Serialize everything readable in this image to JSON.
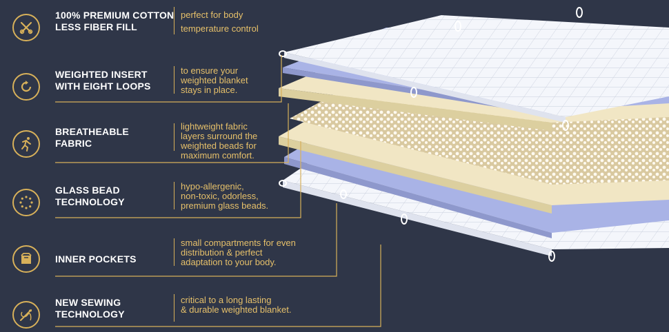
{
  "features": [
    {
      "icon": "scissors-x-icon",
      "title": [
        "100% PREMIUM COTTON",
        "LESS FIBER FILL"
      ],
      "desc": [
        "perfect for body",
        "temperature control"
      ]
    },
    {
      "icon": "loop-arrow-icon",
      "title": [
        "WEIGHTED INSERT",
        "WITH  EIGHT LOOPS"
      ],
      "desc": [
        "to ensure your",
        "weighted blanket",
        "stays in place."
      ]
    },
    {
      "icon": "runner-icon",
      "title": [
        "BREATHEABLE",
        "FABRIC"
      ],
      "desc": [
        "lightweight fabric",
        "layers surround the",
        "weighted beads for",
        "maximum comfort."
      ]
    },
    {
      "icon": "bead-ring-icon",
      "title": [
        "GLASS BEAD",
        "TECHNOLOGY"
      ],
      "desc": [
        "hypo-allergenic,",
        "non-toxic, odorless,",
        "premium glass beads."
      ]
    },
    {
      "icon": "pocket-box-icon",
      "title": [
        "INNER POCKETS"
      ],
      "desc": [
        "small compartments for even",
        "distribution & perfect",
        "adaptation to your body."
      ]
    },
    {
      "icon": "needle-thread-icon",
      "title": [
        "NEW SEWING",
        "TECHNOLOGY"
      ],
      "desc": [
        "critical to a long lasting",
        "& durable weighted blanket."
      ]
    }
  ],
  "colors": {
    "background": "#2f3648",
    "accent": "#d8b15a",
    "text": "#ffffff",
    "desc": "#e6c06a",
    "cotton": "#f4f6fb",
    "blue": "#a9b3e6",
    "cream": "#f1e6c4"
  }
}
